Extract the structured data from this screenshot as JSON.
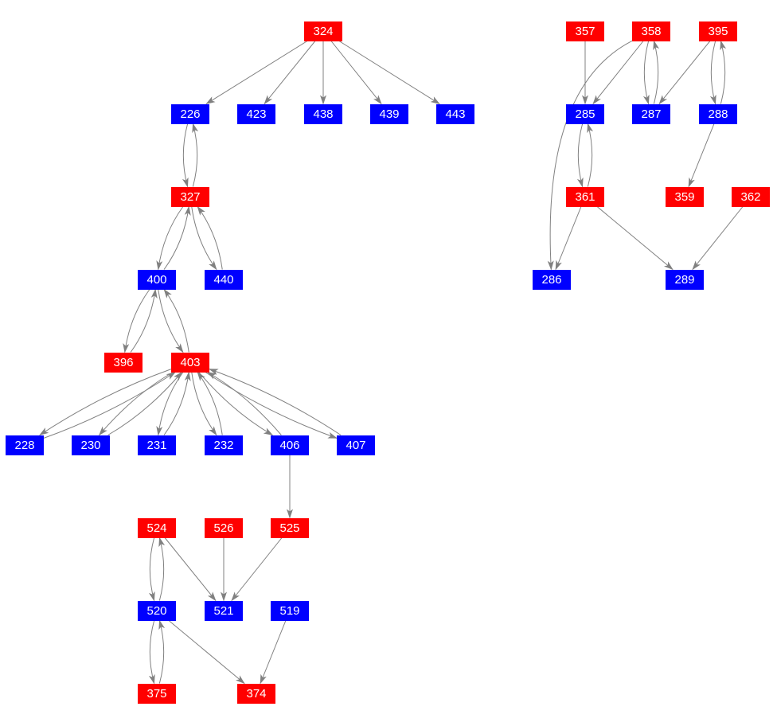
{
  "colors": {
    "red": "#ff0000",
    "blue": "#0000ff",
    "edge": "#808080"
  },
  "nodes": [
    {
      "id": "324",
      "color": "red"
    },
    {
      "id": "226",
      "color": "blue"
    },
    {
      "id": "423",
      "color": "blue"
    },
    {
      "id": "438",
      "color": "blue"
    },
    {
      "id": "439",
      "color": "blue"
    },
    {
      "id": "443",
      "color": "blue"
    },
    {
      "id": "327",
      "color": "red"
    },
    {
      "id": "400",
      "color": "blue"
    },
    {
      "id": "440",
      "color": "blue"
    },
    {
      "id": "396",
      "color": "red"
    },
    {
      "id": "403",
      "color": "red"
    },
    {
      "id": "228",
      "color": "blue"
    },
    {
      "id": "230",
      "color": "blue"
    },
    {
      "id": "231",
      "color": "blue"
    },
    {
      "id": "232",
      "color": "blue"
    },
    {
      "id": "406",
      "color": "blue"
    },
    {
      "id": "407",
      "color": "blue"
    },
    {
      "id": "524",
      "color": "red"
    },
    {
      "id": "526",
      "color": "red"
    },
    {
      "id": "525",
      "color": "red"
    },
    {
      "id": "520",
      "color": "blue"
    },
    {
      "id": "521",
      "color": "blue"
    },
    {
      "id": "519",
      "color": "blue"
    },
    {
      "id": "375",
      "color": "red"
    },
    {
      "id": "374",
      "color": "red"
    },
    {
      "id": "357",
      "color": "red"
    },
    {
      "id": "358",
      "color": "red"
    },
    {
      "id": "395",
      "color": "red"
    },
    {
      "id": "285",
      "color": "blue"
    },
    {
      "id": "287",
      "color": "blue"
    },
    {
      "id": "288",
      "color": "blue"
    },
    {
      "id": "361",
      "color": "red"
    },
    {
      "id": "359",
      "color": "red"
    },
    {
      "id": "362",
      "color": "red"
    },
    {
      "id": "286",
      "color": "blue"
    },
    {
      "id": "289",
      "color": "blue"
    }
  ],
  "edges": [
    [
      "324",
      "226"
    ],
    [
      "324",
      "423"
    ],
    [
      "324",
      "438"
    ],
    [
      "324",
      "439"
    ],
    [
      "324",
      "443"
    ],
    [
      "226",
      "327"
    ],
    [
      "327",
      "226"
    ],
    [
      "327",
      "400"
    ],
    [
      "400",
      "327"
    ],
    [
      "327",
      "440"
    ],
    [
      "440",
      "327"
    ],
    [
      "400",
      "396"
    ],
    [
      "396",
      "400"
    ],
    [
      "400",
      "403"
    ],
    [
      "403",
      "400"
    ],
    [
      "403",
      "228"
    ],
    [
      "228",
      "403"
    ],
    [
      "403",
      "230"
    ],
    [
      "230",
      "403"
    ],
    [
      "403",
      "231"
    ],
    [
      "231",
      "403"
    ],
    [
      "403",
      "232"
    ],
    [
      "232",
      "403"
    ],
    [
      "403",
      "406"
    ],
    [
      "406",
      "403"
    ],
    [
      "403",
      "407"
    ],
    [
      "407",
      "403"
    ],
    [
      "406",
      "525"
    ],
    [
      "524",
      "520"
    ],
    [
      "520",
      "524"
    ],
    [
      "524",
      "521"
    ],
    [
      "526",
      "521"
    ],
    [
      "525",
      "521"
    ],
    [
      "520",
      "375"
    ],
    [
      "375",
      "520"
    ],
    [
      "520",
      "374"
    ],
    [
      "519",
      "374"
    ],
    [
      "357",
      "285"
    ],
    [
      "358",
      "285"
    ],
    [
      "358",
      "287"
    ],
    [
      "287",
      "358"
    ],
    [
      "358",
      "286"
    ],
    [
      "395",
      "287"
    ],
    [
      "395",
      "288"
    ],
    [
      "288",
      "395"
    ],
    [
      "285",
      "361"
    ],
    [
      "361",
      "285"
    ],
    [
      "361",
      "286"
    ],
    [
      "361",
      "289"
    ],
    [
      "288",
      "359"
    ],
    [
      "362",
      "289"
    ]
  ]
}
